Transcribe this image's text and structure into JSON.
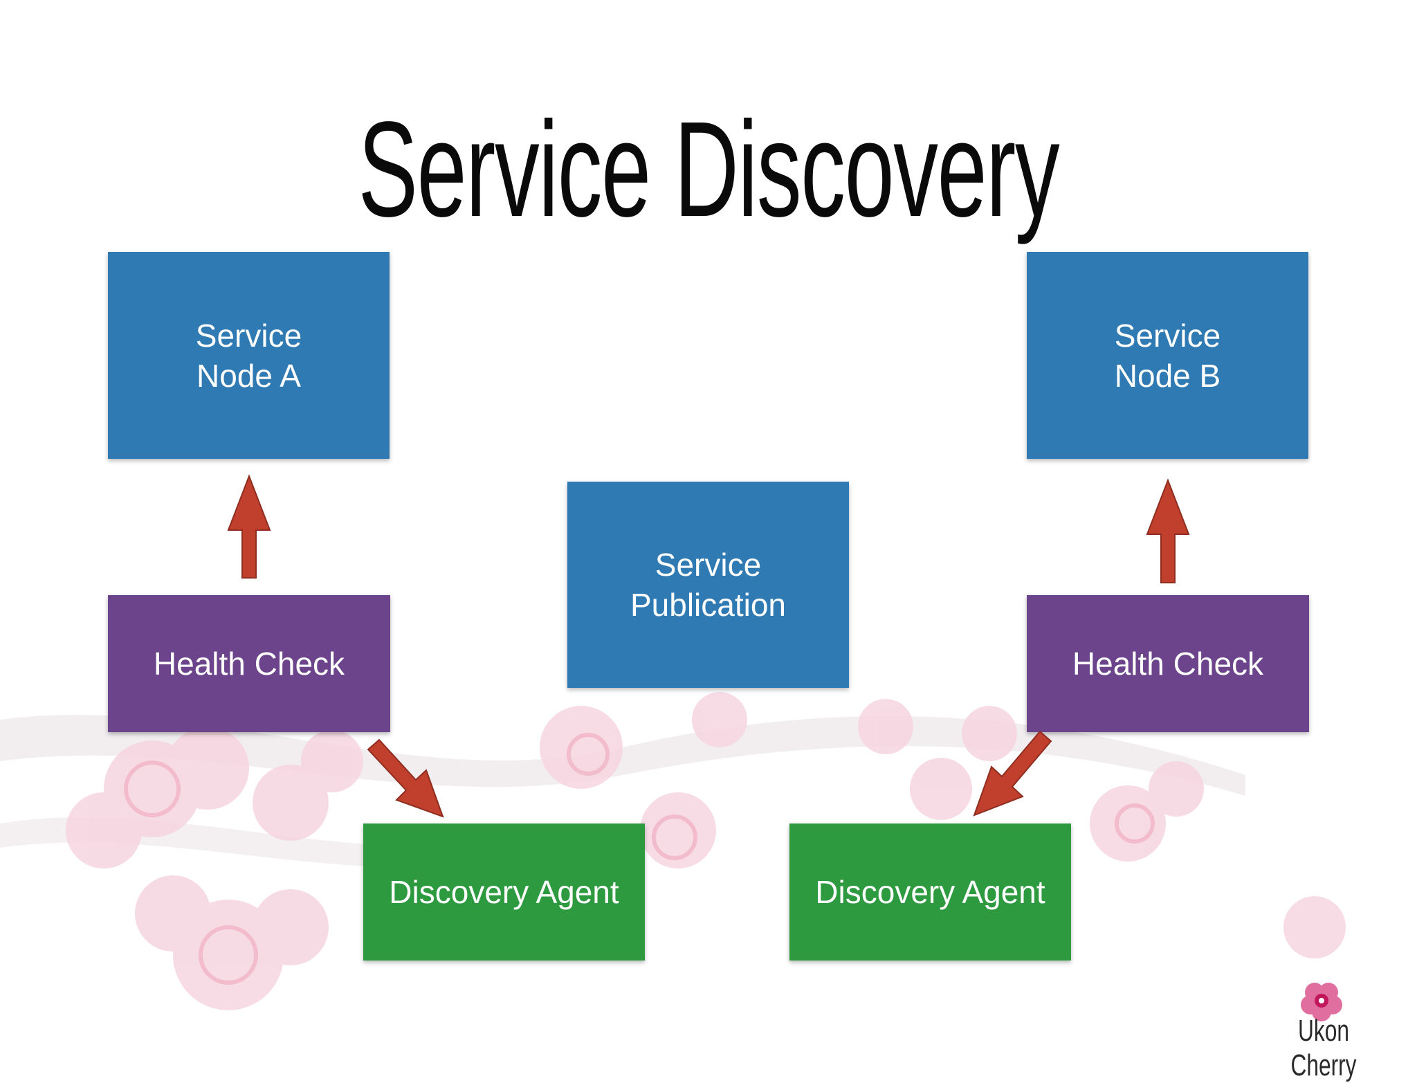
{
  "slide": {
    "title": "Service Discovery"
  },
  "nodes": {
    "service_node_a": "Service\nNode A",
    "service_node_b": "Service\nNode B",
    "service_publication": "Service\nPublication",
    "health_check_left": "Health Check",
    "health_check_right": "Health Check",
    "discovery_agent_left": "Discovery Agent",
    "discovery_agent_right": "Discovery Agent"
  },
  "brand": {
    "name": "Ukon Cherry"
  },
  "colors": {
    "service_box": "#2f7ab3",
    "health_check_box": "#6c448c",
    "discovery_agent_box": "#2d9a3f",
    "arrow": "#c0402d",
    "blossom": "#f3c5d2"
  }
}
